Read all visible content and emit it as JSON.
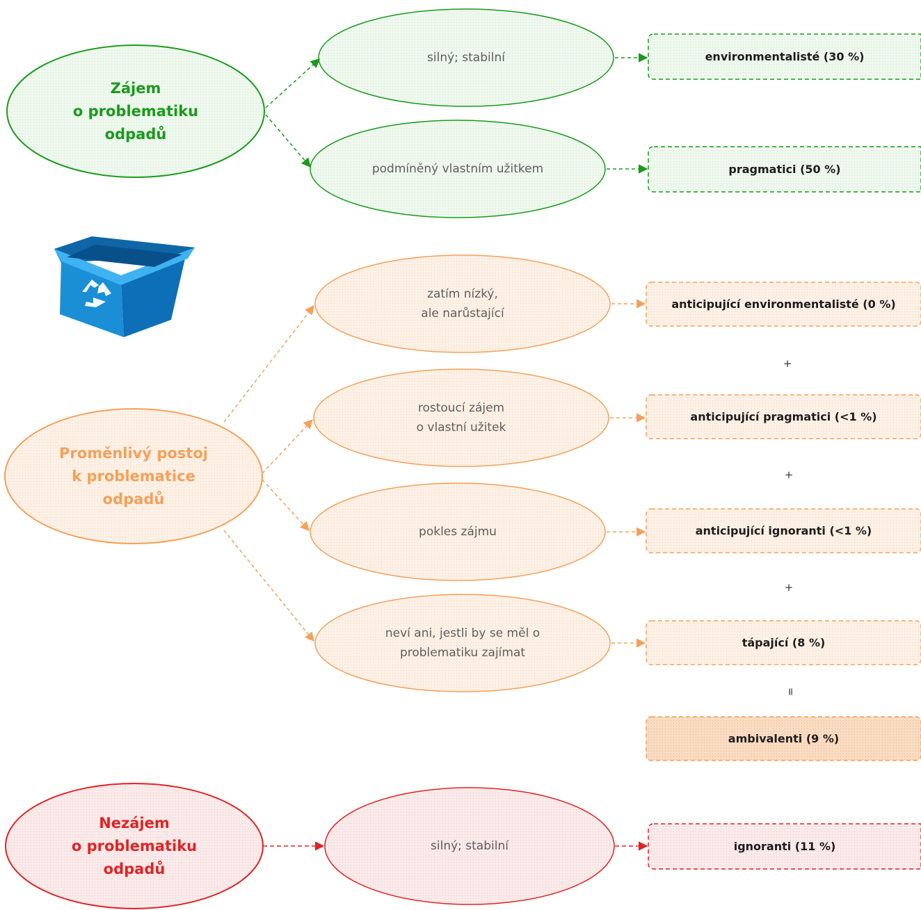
{
  "groups": {
    "interest": {
      "title": "Zájem\no problematiku\nodpadů",
      "branches": [
        {
          "state": "silný; stabilní",
          "segment": "environmentalisté (30 %)"
        },
        {
          "state": "podmíněný vlastním užitkem",
          "segment": "pragmatici (50 %)"
        }
      ]
    },
    "variable": {
      "title": "Proměnlivý postoj\nk problematice\nodpadů",
      "branches": [
        {
          "state": "zatím nízký,\nale narůstající",
          "segment": "anticipující environmentalisté (0 %)"
        },
        {
          "state": "rostoucí zájem\no vlastní užitek",
          "segment": "anticipující pragmatici (<1 %)"
        },
        {
          "state": "pokles zájmu",
          "segment": "anticipující ignoranti (<1 %)"
        },
        {
          "state": "neví ani, jestli by se měl o\nproblematiku zajímat",
          "segment": "tápající (8 %)"
        }
      ],
      "plus": [
        "+",
        "+",
        "+"
      ],
      "equals": "=",
      "total": "ambivalenti (9 %)"
    },
    "disinterest": {
      "title": "Nezájem\no problematiku\nodpadů",
      "branches": [
        {
          "state": "silný; stabilní",
          "segment": "ignoranti (11 %)"
        }
      ]
    }
  },
  "colors": {
    "green": "#1a9a1a",
    "orange": "#f5a05a",
    "red": "#e02424"
  },
  "icons": {
    "recycle_bin": "recycle-bin-icon"
  }
}
